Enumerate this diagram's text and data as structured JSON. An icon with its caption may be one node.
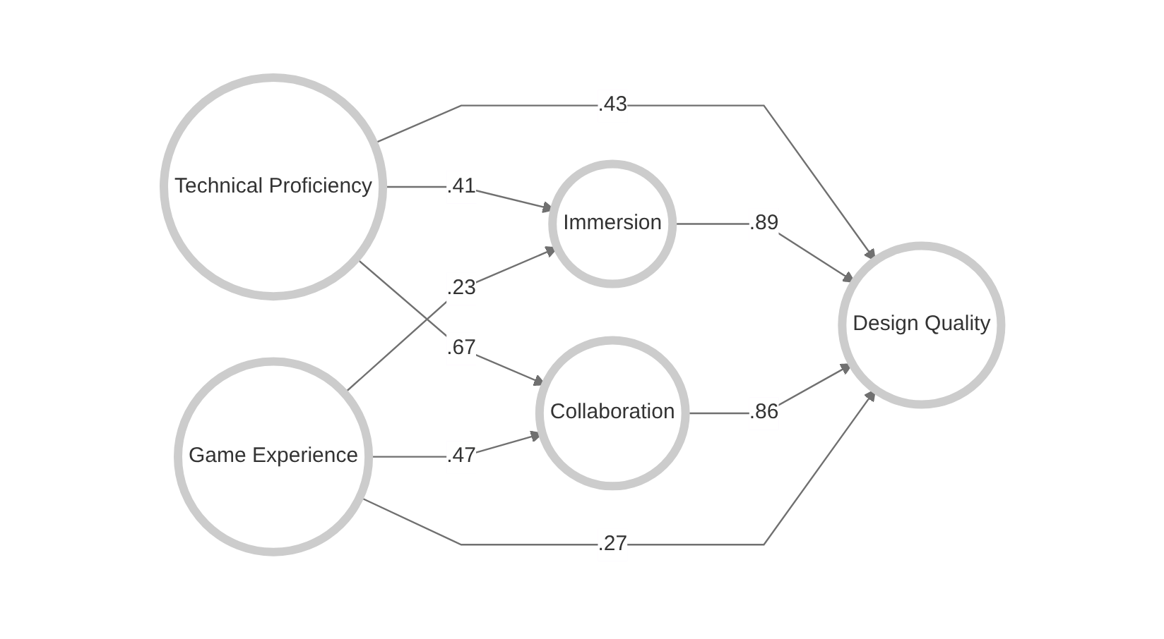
{
  "diagram": {
    "nodes": [
      {
        "text": [
          "Technical Proficiency"
        ]
      },
      {
        "text": [
          "Game Experience"
        ]
      },
      {
        "text": [
          "Immersion"
        ]
      },
      {
        "text": [
          "Collaboration"
        ]
      },
      {
        "text": [
          "Design Quality"
        ]
      }
    ],
    "edges": [
      {
        "from": 0,
        "to": 2,
        "arrow": "to",
        "label": ".41"
      },
      {
        "from": 0,
        "to": 3,
        "arrow": "to",
        "label": ".67"
      },
      {
        "from": 1,
        "to": 2,
        "arrow": "to",
        "label": ".23"
      },
      {
        "from": 1,
        "to": 3,
        "arrow": "to",
        "label": ".47"
      },
      {
        "from": 0,
        "to": 4,
        "arrow": "to",
        "label": ".43"
      },
      {
        "from": 2,
        "to": 4,
        "arrow": "to",
        "label": ".89"
      },
      {
        "from": 3,
        "to": 4,
        "arrow": "to",
        "label": ".86"
      },
      {
        "from": 1,
        "to": 4,
        "arrow": "to",
        "label": ".27"
      }
    ]
  }
}
